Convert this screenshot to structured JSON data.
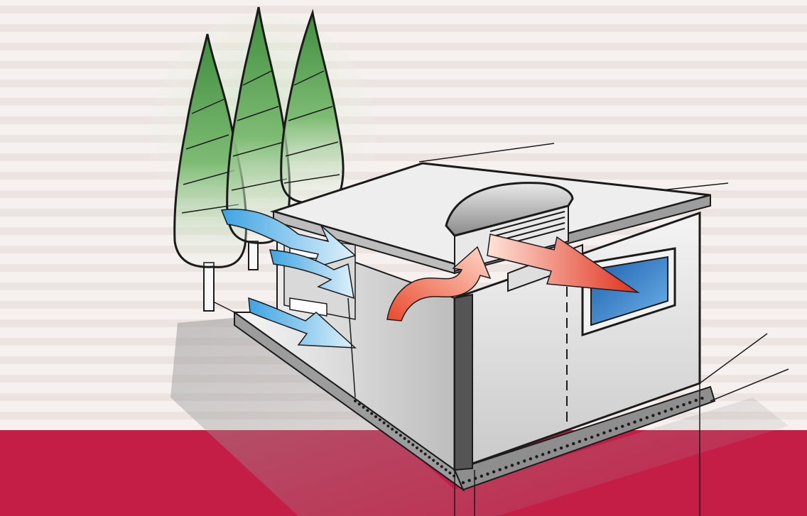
{
  "scene": {
    "subject": "passive-ventilation-building-sketch",
    "palette": {
      "background": "#f6f1ef",
      "stripe": "#ece4e1",
      "band": "#c41e47",
      "tree_green": "#4f9a4a",
      "cool_air": "#5bb3e6",
      "warm_air": "#e8412b",
      "wall": "#e4e4e4",
      "roof": "#efeeee",
      "ink": "#1b1b1b",
      "window_glass": "#1f6fc0"
    },
    "elements": {
      "trees": 3,
      "cool_air_arrows": 3,
      "warm_air_arrows": 2,
      "roof_vent": "curved-cowl-with-louvres",
      "windows": 1
    }
  }
}
